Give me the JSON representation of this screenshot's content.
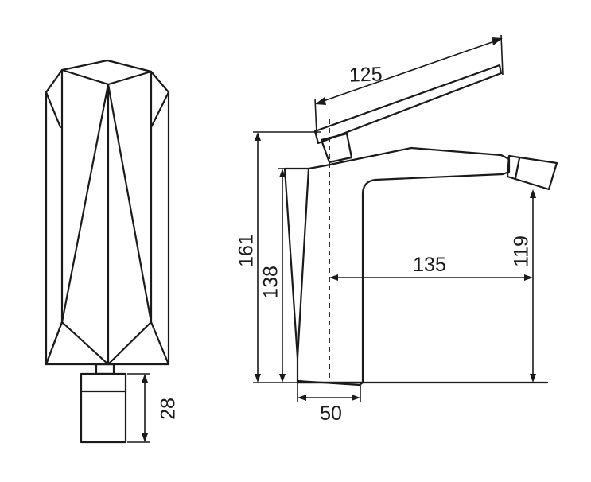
{
  "dimensions": {
    "spout_length": "125",
    "total_height": "161",
    "body_height": "138",
    "outlet_height": "119",
    "reach": "135",
    "base_width": "50",
    "handle_height": "28"
  },
  "colors": {
    "stroke": "#1a1a1a",
    "background": "#ffffff"
  }
}
